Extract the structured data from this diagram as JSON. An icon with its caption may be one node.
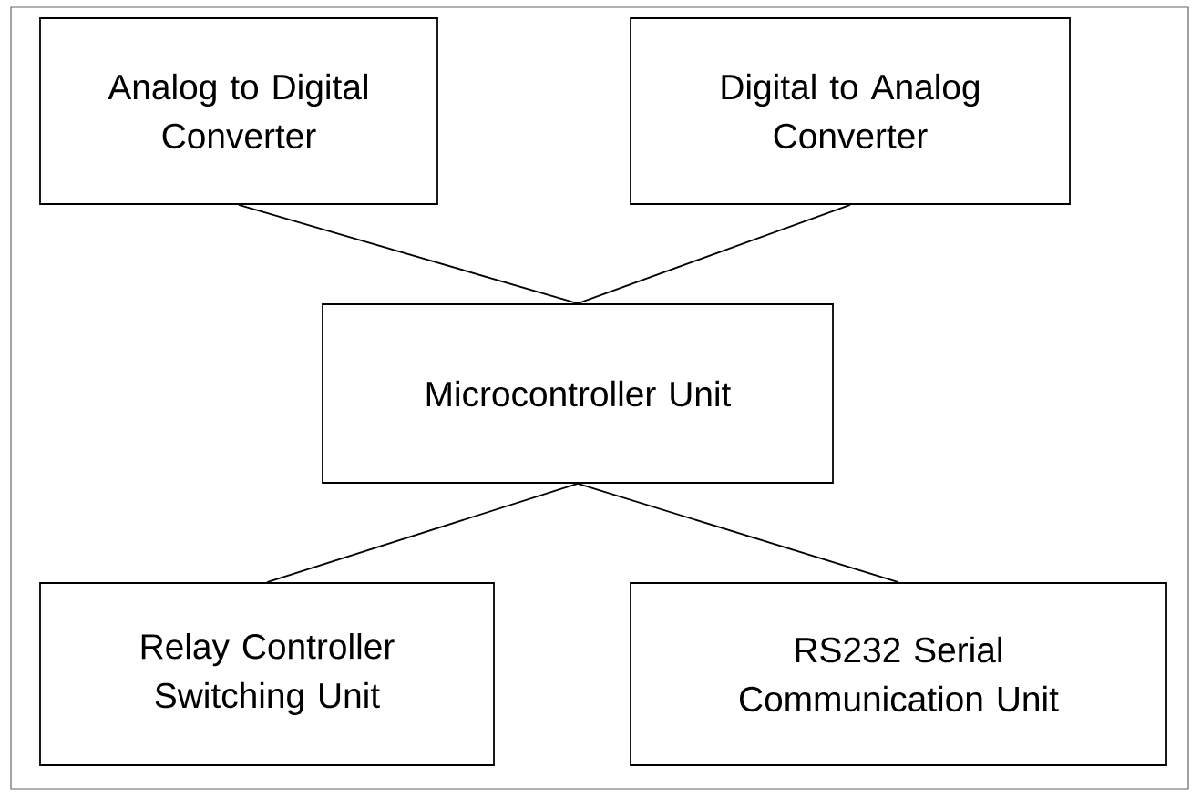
{
  "diagram": {
    "nodes": [
      {
        "text": [
          "Analog to Digital Converter"
        ]
      },
      {
        "text": [
          "Digital to Analog Converter"
        ]
      },
      {
        "text": [
          "Microcontroller Unit"
        ]
      },
      {
        "text": [
          "Relay Controller Switching Unit"
        ]
      },
      {
        "text": [
          "RS232 Serial Communication Unit"
        ]
      }
    ],
    "edges": [
      {
        "from": 0,
        "to": 2,
        "arrow": "none"
      },
      {
        "from": 1,
        "to": 2,
        "arrow": "none"
      },
      {
        "from": 2,
        "to": 3,
        "arrow": "none"
      },
      {
        "from": 2,
        "to": 4,
        "arrow": "none"
      }
    ]
  }
}
